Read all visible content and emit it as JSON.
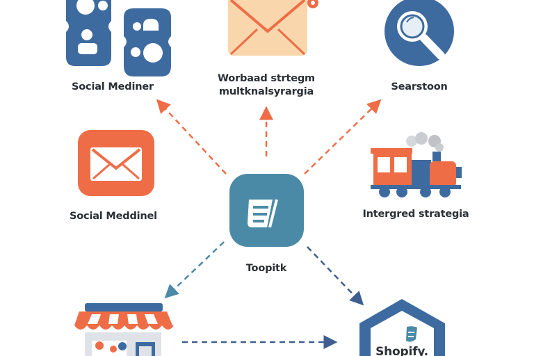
{
  "colors": {
    "blue": "#3e6b9f",
    "orange": "#ee6d47",
    "teal": "#4b8aa6",
    "peach": "#f9d6ab",
    "dark_text": "#2b2f36"
  },
  "nodes": [
    {
      "id": "social-top",
      "label": "Social Mediner",
      "icon": "social-group-icon"
    },
    {
      "id": "email-top",
      "label_lines": [
        "Worbaad strtegm",
        "multknalsyrargia"
      ],
      "icon": "envelope-icon"
    },
    {
      "id": "search",
      "label": "Searstoon",
      "icon": "magnifier-icon"
    },
    {
      "id": "social-mid",
      "label": "Social Meddinel",
      "icon": "mail-icon"
    },
    {
      "id": "train",
      "label": "Intergred strategia",
      "icon": "train-icon"
    },
    {
      "id": "center",
      "label": "Toopitk",
      "icon": "center-logo-icon"
    },
    {
      "id": "store",
      "label": "",
      "icon": "storefront-icon"
    },
    {
      "id": "shopify",
      "label": "Shopify.",
      "icon": "shopify-shield-icon"
    }
  ]
}
